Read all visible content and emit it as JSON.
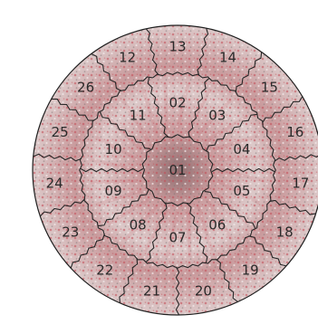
{
  "colors": {
    "disc_light": "#dcc9c9",
    "disc_mid": "#c99a9c",
    "disc_dark": "#8f6e70",
    "speckle_red": "#c24a55",
    "speckle_white": "#f3ecec",
    "speckle_grey": "#7a7474",
    "divider": "#262626",
    "outline": "#1f1f1f",
    "label": "#2a2a2a"
  },
  "rings": [
    {
      "name": "center",
      "labels": [
        "01"
      ]
    },
    {
      "name": "inner",
      "labels": [
        "02",
        "03",
        "04",
        "05",
        "06",
        "07",
        "08",
        "09",
        "10",
        "11"
      ]
    },
    {
      "name": "outer",
      "labels": [
        "13",
        "14",
        "15",
        "16",
        "17",
        "18",
        "19",
        "20",
        "21",
        "22",
        "23",
        "24",
        "25",
        "26",
        "12"
      ]
    }
  ]
}
